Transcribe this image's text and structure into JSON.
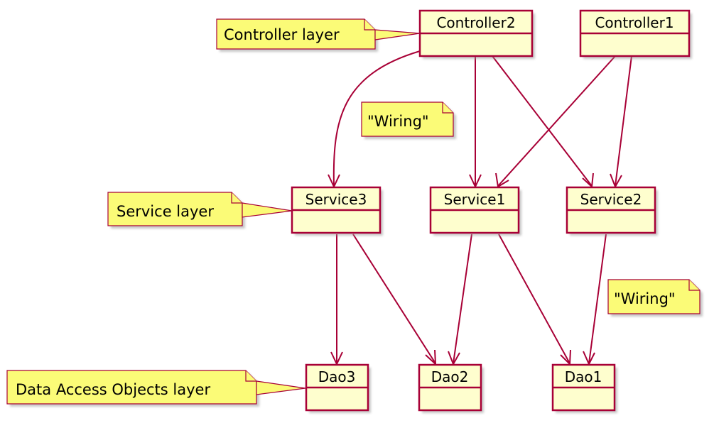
{
  "objects": {
    "controller2": "Controller2",
    "controller1": "Controller1",
    "service3": "Service3",
    "service1": "Service1",
    "service2": "Service2",
    "dao3": "Dao3",
    "dao2": "Dao2",
    "dao1": "Dao1"
  },
  "notes": {
    "controller_layer": "Controller layer",
    "service_layer": "Service layer",
    "dao_layer": "Data Access Objects layer",
    "wiring_top": "\"Wiring\"",
    "wiring_right": "\"Wiring\""
  },
  "colors": {
    "object_fill": "#FEFECE",
    "object_border": "#A80036",
    "note_fill": "#FBFB77",
    "edge": "#A80036"
  }
}
